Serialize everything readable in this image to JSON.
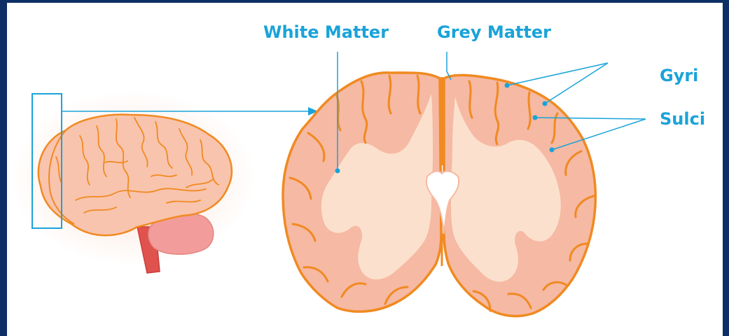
{
  "labels": {
    "white_matter": "White Matter",
    "grey_matter": "Grey Matter",
    "gyri": "Gyri",
    "sulci": "Sulci"
  },
  "colors": {
    "border": "#0d2f66",
    "label": "#1aa3d9",
    "leader_line": "#1aa3d9",
    "grey_matter_fill": "#f6b9a3",
    "white_matter_fill": "#fbe1cd",
    "cortex_outline": "#f08a21",
    "brain_fill": "#f9c4ad",
    "cerebellum_fill": "#f29c9c",
    "brainstem_fill": "#e0524e"
  }
}
